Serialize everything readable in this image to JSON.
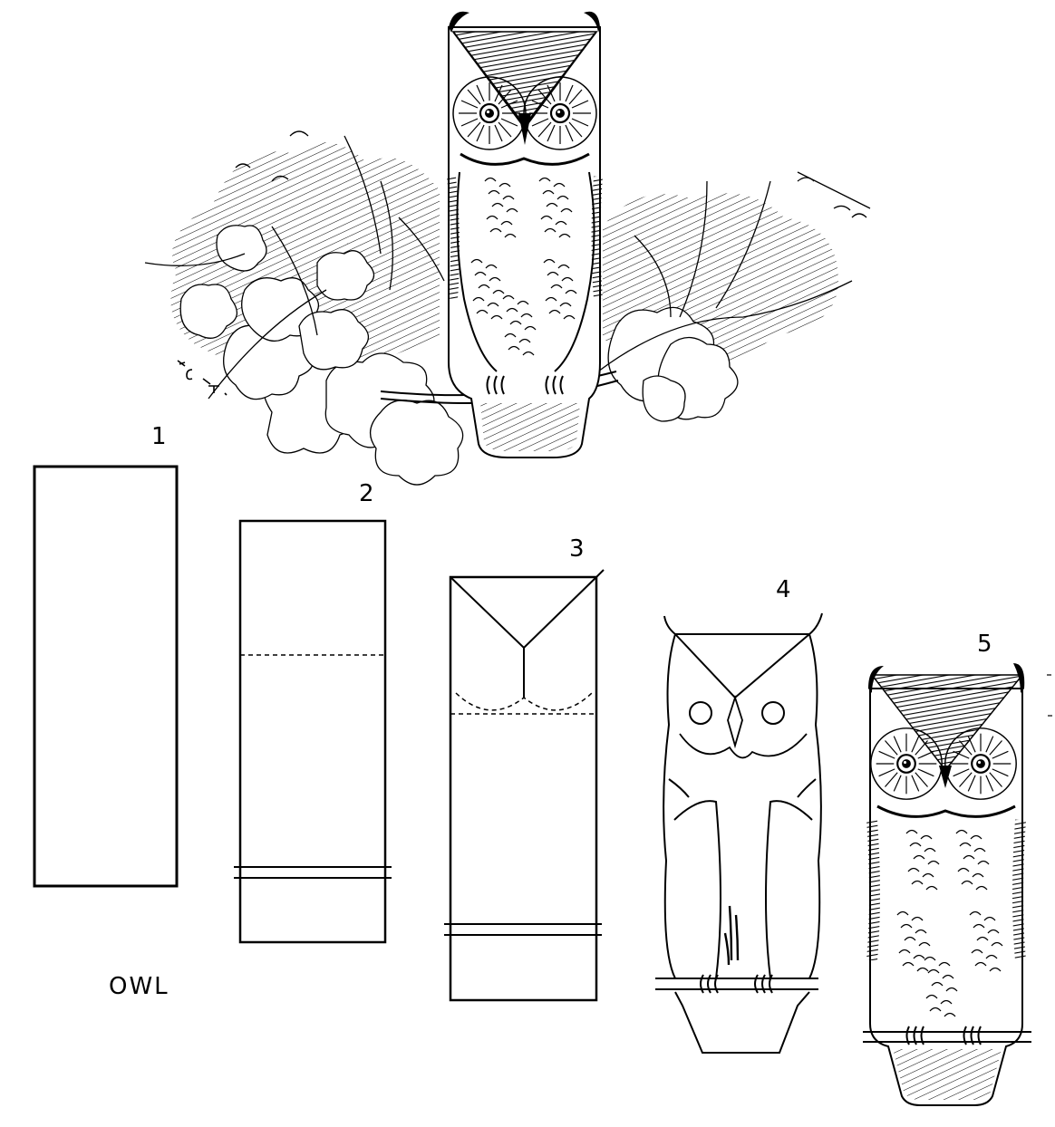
{
  "steps": [
    {
      "number": "1"
    },
    {
      "number": "2"
    },
    {
      "number": "3"
    },
    {
      "number": "4"
    },
    {
      "number": "5"
    }
  ],
  "title": "OWL",
  "signature": "E.G.T."
}
